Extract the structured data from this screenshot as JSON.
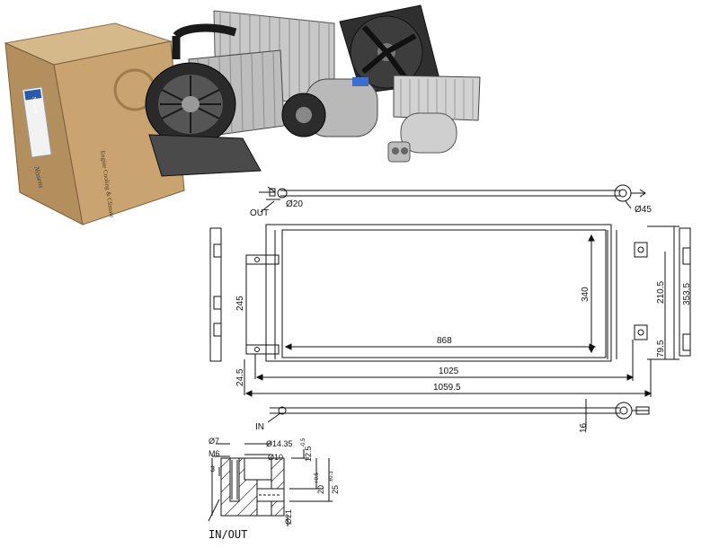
{
  "photo": {
    "box_brand": "Nissens",
    "box_side_brand": "Nissens",
    "box_tagline": "Engine Cooling & Climate"
  },
  "drawing": {
    "top_view": {
      "port_out_label": "OUT",
      "pipe_out_diameter": "Ø20",
      "drier_diameter": "Ø45"
    },
    "front_view": {
      "core_width": "868",
      "core_height": "340",
      "total_height": "353.5",
      "bracket_spacing": "210.5",
      "bracket_offset": "79.5",
      "side_bracket_height": "245",
      "bottom_offset": "24.5",
      "mount_width": "1025",
      "overall_width": "1059.5"
    },
    "bottom_view": {
      "port_in_label": "IN",
      "depth": "16"
    },
    "port_detail": {
      "d7": "Ø7",
      "m6": "M6",
      "d14": "Ø14.35",
      "d10": "Ø10",
      "d21": "Ø21",
      "three": "3",
      "dim_12_5": "12.5",
      "dim_12_5_tol": "-0.5",
      "dim_20": "20",
      "dim_20_tol": "+0.5",
      "dim_25": "25",
      "dim_25_tol": "±0.3",
      "caption": "IN/OUT"
    }
  }
}
